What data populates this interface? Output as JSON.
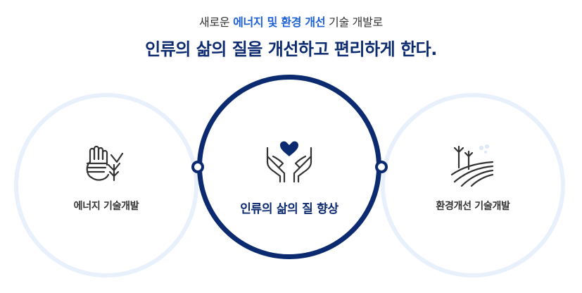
{
  "header": {
    "subtitle_prefix": "새로운 ",
    "subtitle_accent": "에너지 및 환경 개선",
    "subtitle_suffix": " 기술 개발로",
    "title": "인류의 삶의 질을 개선하고 편리하게 한다."
  },
  "circles": {
    "left": {
      "label": "에너지 기술개발",
      "icon": "energy-hand-plant-icon"
    },
    "center": {
      "label": "인류의 삶의 질 향상",
      "icon": "hands-heart-icon"
    },
    "right": {
      "label": "환경개선 기술개발",
      "icon": "wind-turbine-field-icon"
    }
  },
  "colors": {
    "navy": "#0b2a6f",
    "accent_blue": "#1c5fd6",
    "light_ring": "#e8f0fc",
    "text": "#333333"
  }
}
